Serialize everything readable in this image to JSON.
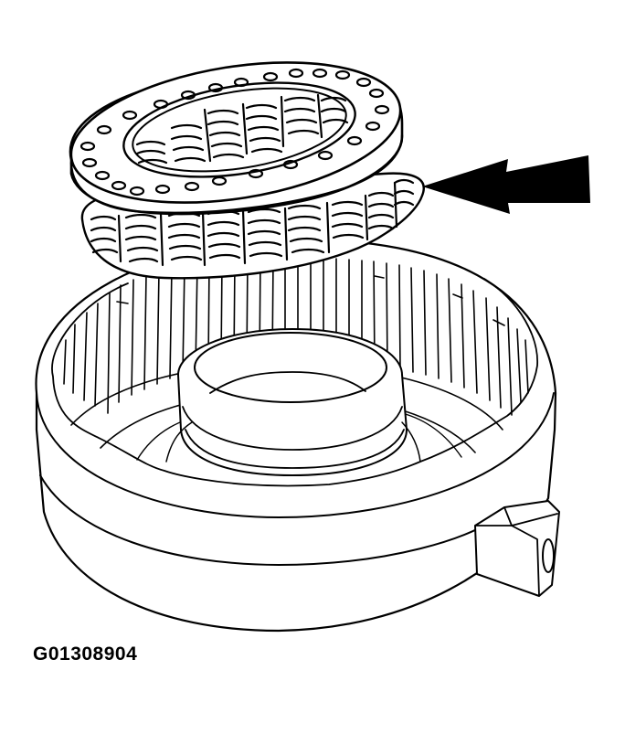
{
  "figure": {
    "caption": "G01308904",
    "description": "Exploded view: spring retainer with return springs lifted above clutch drum; arrow points to spring assembly",
    "colors": {
      "ink": "#000000",
      "background": "#ffffff"
    },
    "parts": [
      {
        "id": "spring-retainer-plate",
        "label": ""
      },
      {
        "id": "return-springs",
        "label": ""
      },
      {
        "id": "clutch-drum",
        "label": ""
      },
      {
        "id": "center-hub",
        "label": ""
      },
      {
        "id": "mounting-lug",
        "label": ""
      }
    ],
    "callout": {
      "type": "double-arrow",
      "direction": "left",
      "target": "return-springs"
    }
  }
}
